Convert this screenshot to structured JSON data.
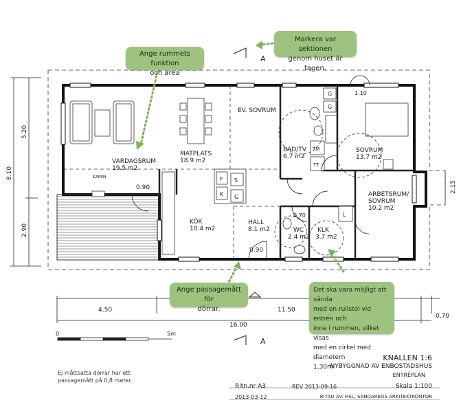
{
  "rooms": {
    "vardagsrum": {
      "name": "VARDAGSRUM",
      "area": "19.5 m2"
    },
    "matplats": {
      "name": "MATPLATS",
      "area": "18.9 m2"
    },
    "ev_sovrum": {
      "name": "EV. SOVRUM"
    },
    "bad": {
      "name": "BAD/TV.",
      "area": "6.7 m2"
    },
    "sovrum": {
      "name": "SOVRUM",
      "area": "13.7 m2"
    },
    "arbetsrum": {
      "name": "ARBETSRUM/",
      "name2": "SOVRUM",
      "area": "10.2 m2"
    },
    "kok": {
      "name": "KÖK",
      "area": "10.4 m2"
    },
    "hall": {
      "name": "HALL",
      "area": "8.1 m2"
    },
    "wc": {
      "name": "WC",
      "area": "2.4 m2"
    },
    "klk": {
      "name": "KLK",
      "area": "3.7 m2"
    },
    "kamin": "KAMIN"
  },
  "fixtures": {
    "g": "G",
    "tm": "TM",
    "tt": "TT",
    "f": "F",
    "k": "K",
    "s": "S",
    "l": "L"
  },
  "dimensions": {
    "left_total": "8.10",
    "left_top": "5.20",
    "left_bottom": "2.90",
    "right": "2.15",
    "bottom_left": "4.50",
    "bottom_mid": "11.50",
    "bottom_right": "0.70",
    "bottom_total": "16.00",
    "door_1": "0.90",
    "door_2": "0.90",
    "door_3": "0.70",
    "door_4": "1.10"
  },
  "section_marker": "A",
  "scale_bar": {
    "start": "0",
    "end": "5m"
  },
  "callouts": {
    "rumfunktion_l1": "Ange rummets funktion",
    "rumfunktion_l2": "och area",
    "sektion_l1": "Markera var sektionen",
    "sektion_l2": "genom huset är tagen.",
    "passage_l1": "Ange passagemått för",
    "passage_l2": "dörrar.",
    "rullstol_l1": "Det ska vara möjligt att vända",
    "rullstol_l2": "med en rullstol vid entrén och",
    "rullstol_l3": "inne i rummen, vilket visas",
    "rullstol_l4": "med en cirkel med diametern",
    "rullstol_l5": "1,30m"
  },
  "note": {
    "l1": "Ej måttsatta dörrar har ett",
    "l2": "passagemått på 0,8 meter."
  },
  "title_block": {
    "project": "KNALLEN 1:6",
    "subtitle": "NYBYGGNAD AV ENBOSTADSHUS",
    "plan": "ENTRÉPLAN",
    "drawing_no": "Ritn.nr A3",
    "revision": "REV 2013-09-16",
    "scale": "Skala 1:100",
    "date": "2013-03-12",
    "drawn_by": "RITAD AV: HSL, SANDAREDS ARKITEKTKONTOR"
  },
  "colors": {
    "callout": "#9dc37f",
    "arrow": "#7bb35a",
    "line": "#222222"
  }
}
